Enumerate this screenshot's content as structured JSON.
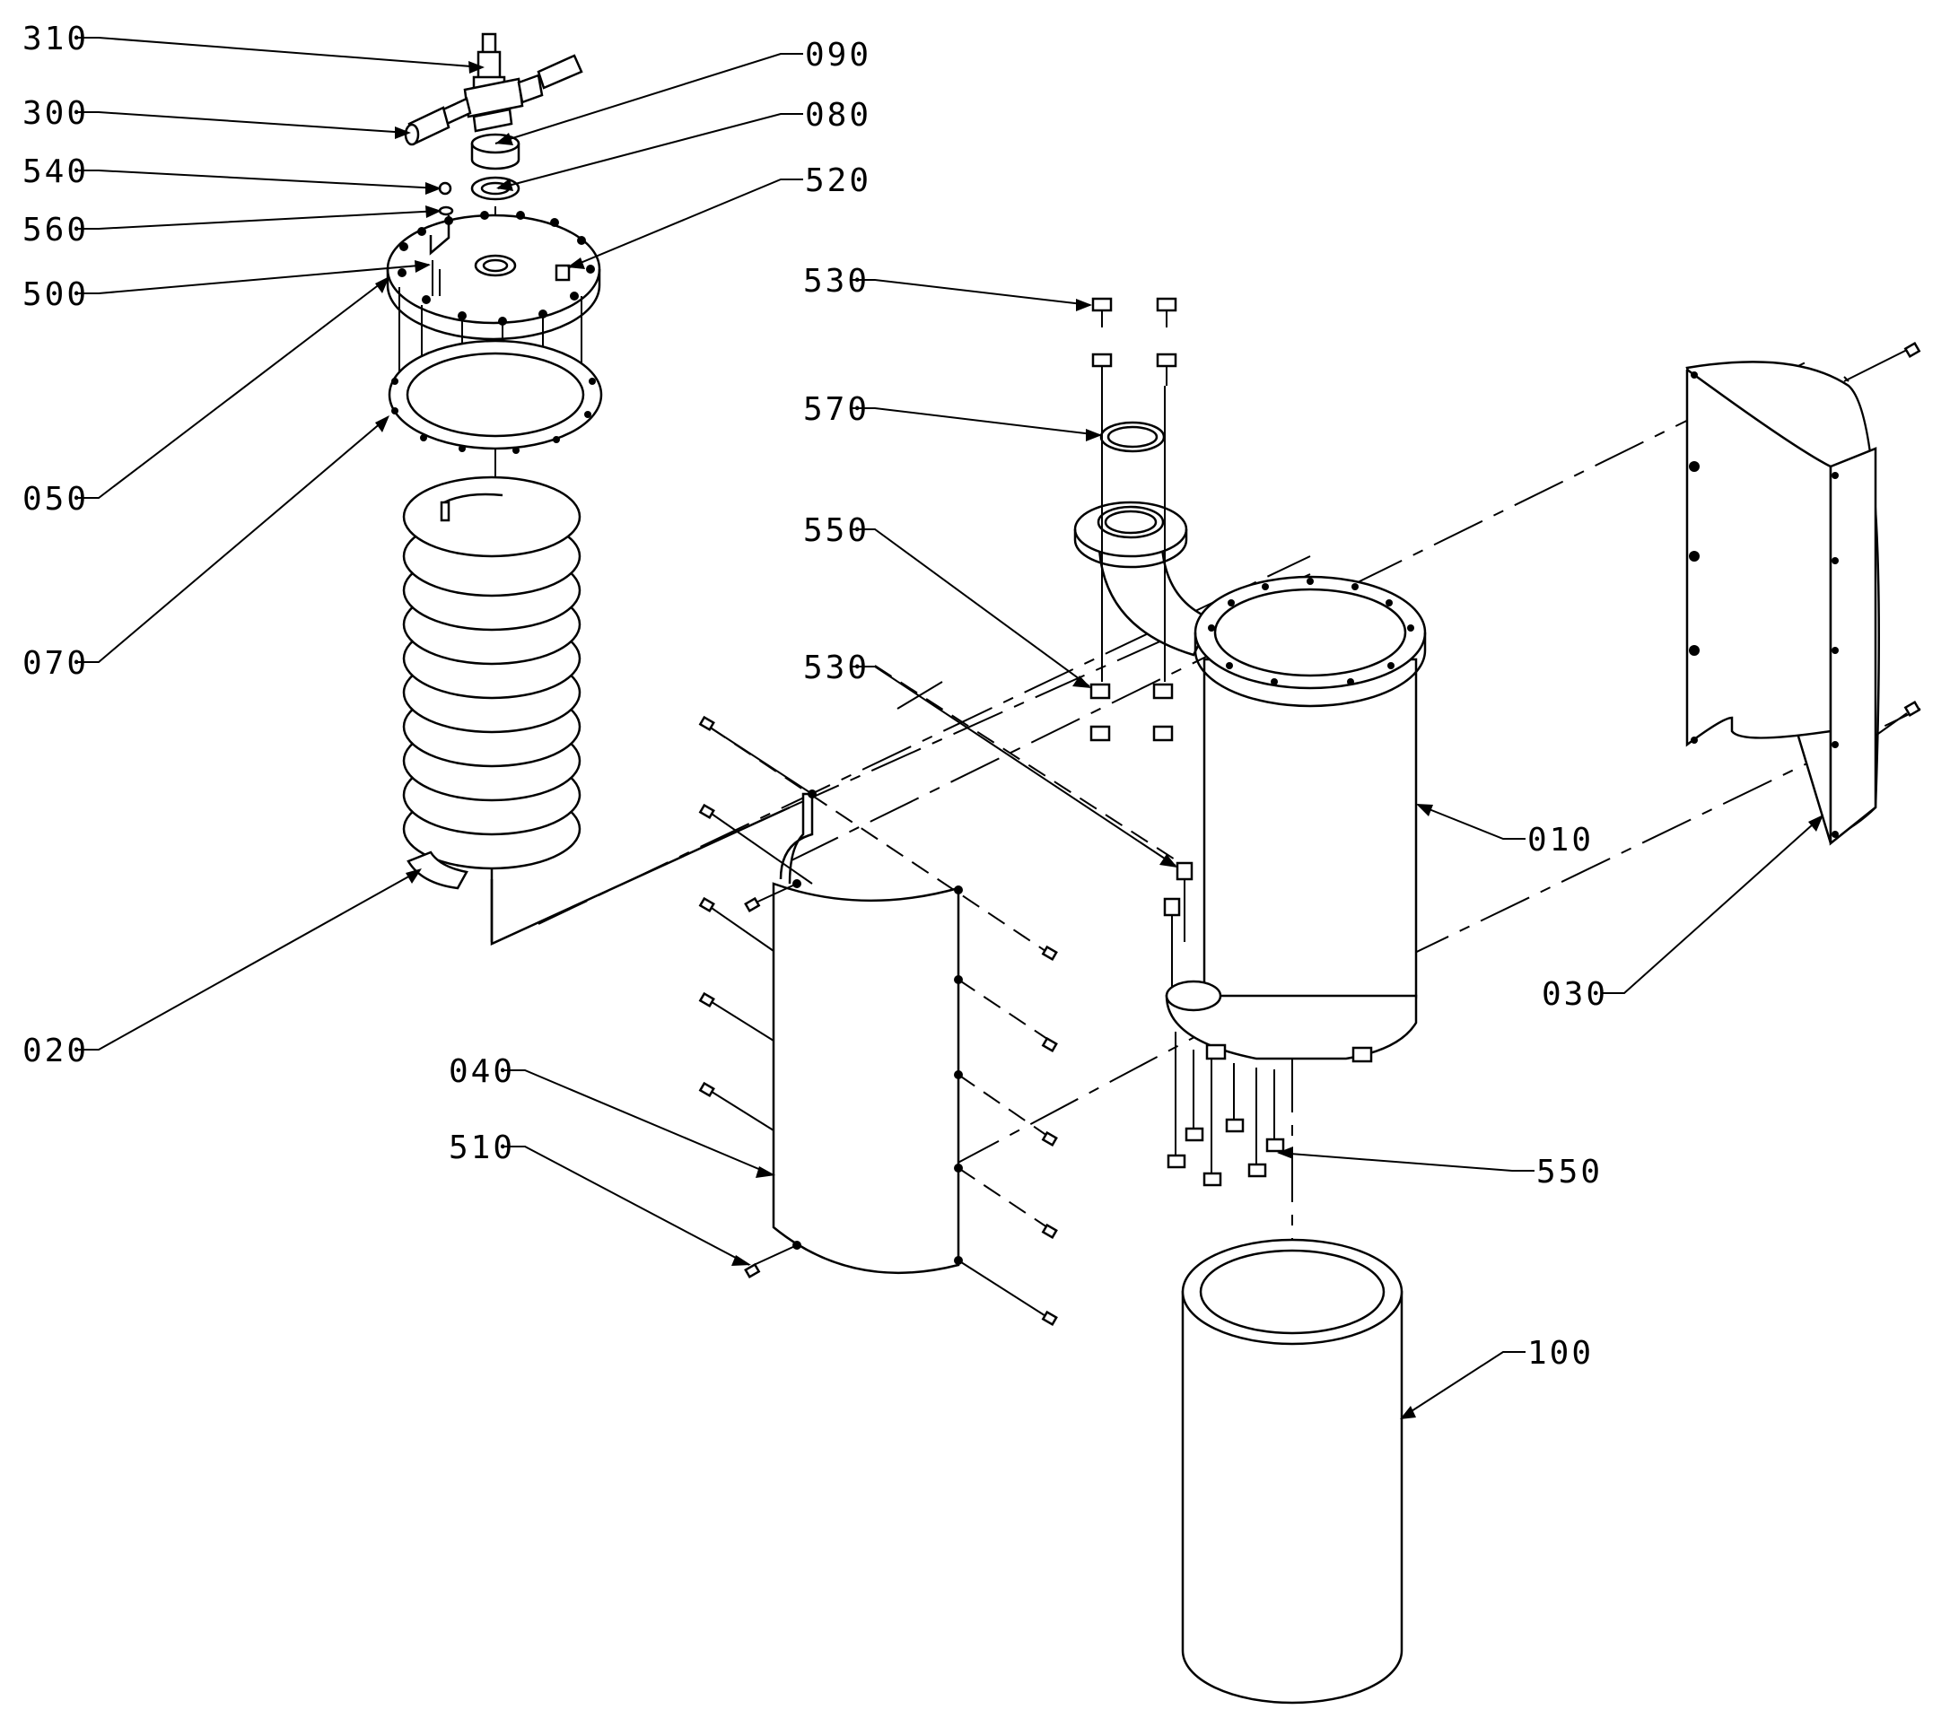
{
  "diagram": {
    "type": "exploded assembly drawing",
    "part_labels": [
      "310",
      "300",
      "540",
      "560",
      "500",
      "050",
      "070",
      "020",
      "090",
      "080",
      "520",
      "530",
      "570",
      "550",
      "530",
      "010",
      "030",
      "040",
      "510",
      "550",
      "100"
    ]
  }
}
